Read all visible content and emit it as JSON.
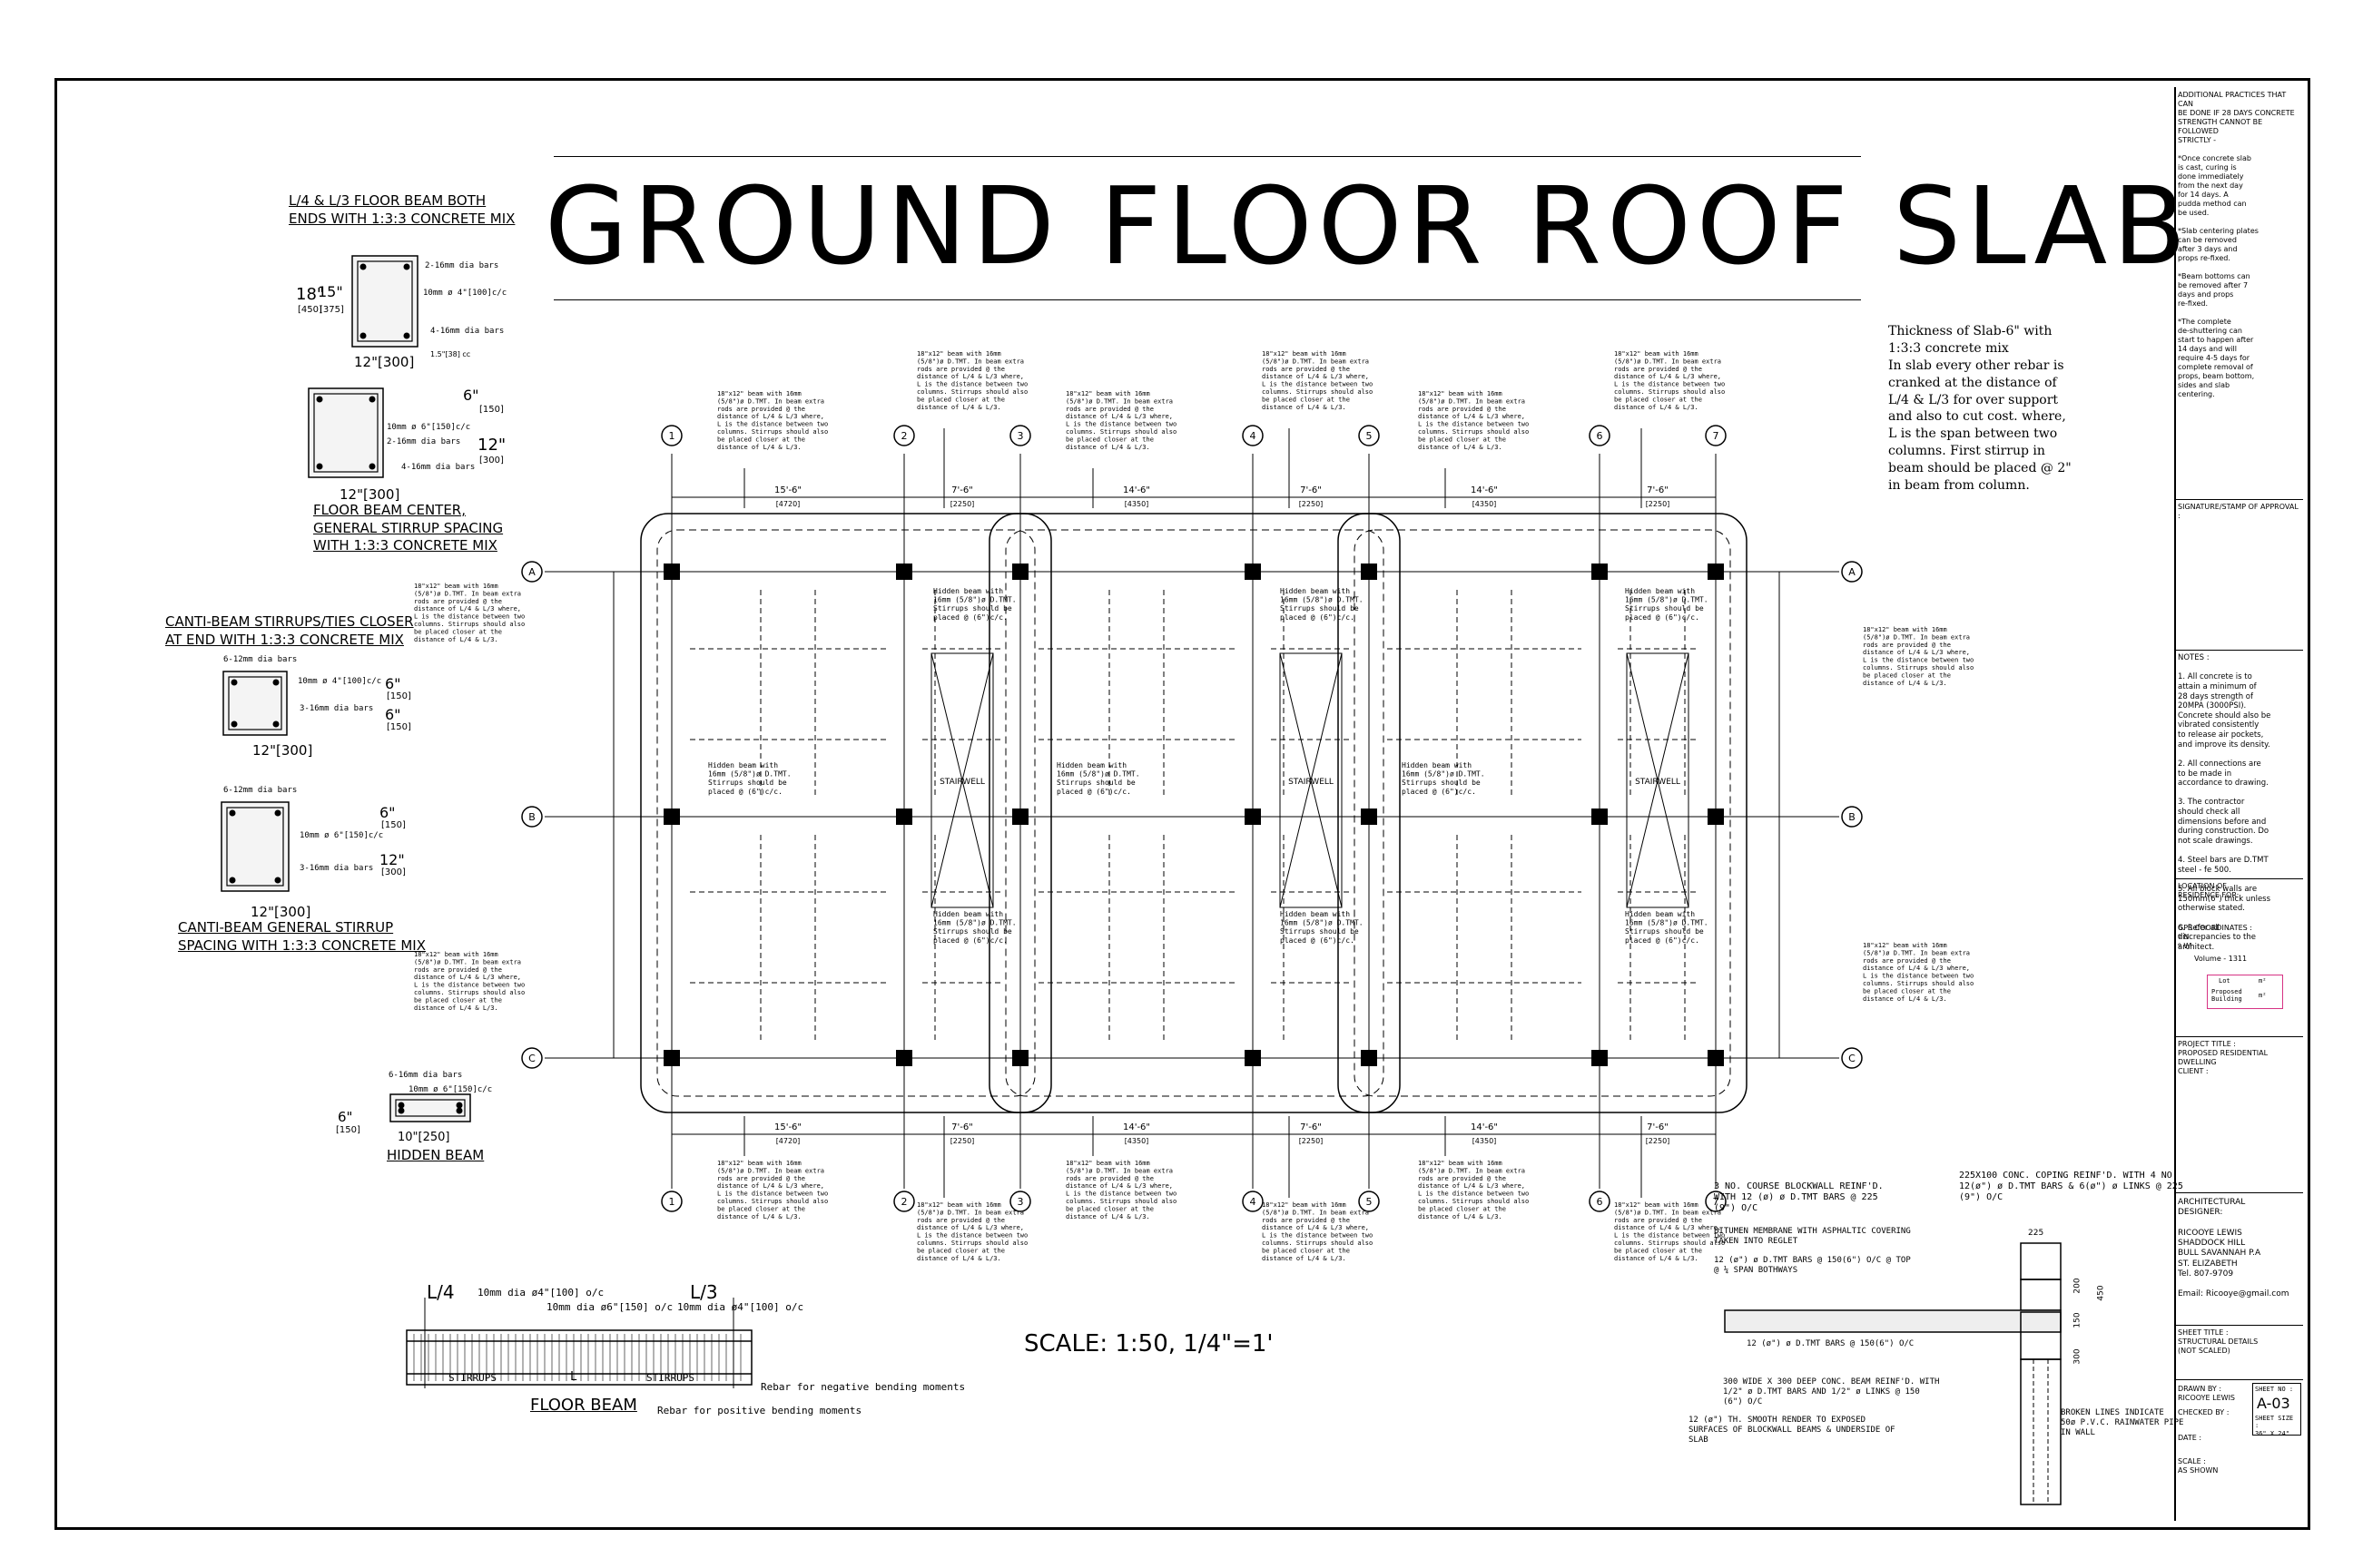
{
  "title": "GROUND FLOOR ROOF SLAB",
  "scale": "SCALE: 1:50, 1/4\"=1'",
  "thickness_note": "Thickness of Slab-6\" with\n1:3:3 concrete mix\nIn slab every other rebar is\ncranked at the distance of\nL/4 & L/3 for over support\nand also to cut cost. where,\nL is the span between two\ncolumns. First stirrup in\nbeam should be placed @ 2\"\nin beam from column.",
  "grid": {
    "columns": [
      "1",
      "2",
      "3",
      "4",
      "5",
      "6",
      "7"
    ],
    "rows": [
      "A",
      "B",
      "C"
    ],
    "top_dims": [
      "15'-6\"",
      "7'-6\"",
      "14'-6\"",
      "7'-6\"",
      "14'-6\"",
      "7'-6\""
    ],
    "top_dims_mm": [
      "[4720]",
      "[2250]",
      "[4350]",
      "[2250]",
      "[4350]",
      "[2250]"
    ]
  },
  "beam_note": "18\"x12\" beam with 16mm\n(5/8\")ø D.TMT. In beam extra\nrods are provided @ the\ndistance of L/4 & L/3 where,\nL is the distance between two\ncolumns. Stirrups should also\nbe placed closer at the\ndistance of L/4 & L/3.",
  "hidden_beam_note": "Hidden beam with\n16mm (5/8\")ø D.TMT.\nStirrups should be\nplaced @ (6\")c/c.",
  "staircase_label": "STAIRWELL",
  "details": {
    "d1_caption": "L/4 & L/3 FLOOR BEAM BOTH\nENDS WITH 1:3:3 CONCRETE MIX",
    "d1_dims": [
      "18\"",
      "15\"",
      "[450]",
      "[375]",
      "12\"[300]",
      "1.5\"[38] cc"
    ],
    "d1_labels": [
      "2-16mm dia bars",
      "10mm ø 4\"[100]c/c",
      "4-16mm dia bars"
    ],
    "d2_caption": "FLOOR BEAM CENTER,\nGENERAL STIRRUP SPACING\nWITH 1:3:3 CONCRETE MIX",
    "d2_dims": [
      "6\"",
      "[150]",
      "12\"",
      "[300]",
      "12\"[300]"
    ],
    "d2_labels": [
      "10mm ø 6\"[150]c/c",
      "2-16mm dia bars",
      "4-16mm dia bars"
    ],
    "d3_caption": "CANTI-BEAM STIRRUPS/TIES CLOSER\nAT END WITH 1:3:3 CONCRETE MIX",
    "d3_labels": [
      "6-12mm dia bars",
      "10mm ø 4\"[100]c/c",
      "3-16mm dia bars"
    ],
    "d3_dims": [
      "6\"",
      "[150]",
      "6\"",
      "[150]",
      "12\"[300]"
    ],
    "d4_caption": "CANTI-BEAM GENERAL STIRRUP\nSPACING WITH 1:3:3 CONCRETE MIX",
    "d4_labels": [
      "6-12mm dia bars",
      "10mm ø 6\"[150]c/c",
      "3-16mm dia bars"
    ],
    "d4_dims": [
      "6\"",
      "[150]",
      "12\"",
      "[300]",
      "12\"[300]"
    ],
    "d5_caption": "HIDDEN BEAM",
    "d5_labels": [
      "6-16mm dia bars",
      "10mm ø 6\"[150]c/c"
    ],
    "d5_dims": [
      "6\"",
      "[150]",
      "10\"[250]"
    ],
    "floor_beam_caption": "FLOOR BEAM",
    "floor_beam_labels": [
      "L/4",
      "L/3",
      "10mm dia ø4\"[100] o/c",
      "10mm dia ø6\"[150] o/c",
      "10mm dia ø4\"[100] o/c",
      "STIRRUPS",
      "L",
      "STIRRUPS",
      "Rebar for negative bending moments",
      "Rebar for positive bending moments"
    ]
  },
  "parapet": {
    "labels": [
      "3 NO. COURSE BLOCKWALL REINF'D.\nWITH 12 (ø) ø D.TMT BARS @ 225\n(9\") O/C",
      "225X100 CONC. COPING REINF'D. WITH 4 NO.\n12(ø\") ø D.TMT BARS & 6(ø\") ø LINKS @ 225\n(9\") O/C",
      "BITUMEN MEMBRANE WITH ASPHALTIC COVERING\nTAKEN INTO REGLET",
      "12 (ø\") ø D.TMT BARS @ 150(6\") O/C @ TOP\n@ ¼ SPAN BOTHWAYS",
      "12 (ø\") ø D.TMT BARS @ 150(6\") O/C",
      "300 WIDE X 300 DEEP CONC. BEAM REINF'D. WITH\n1/2\" ø D.TMT BARS AND 1/2\" ø LINKS @ 150\n(6\") O/C",
      "12 (ø\") TH. SMOOTH RENDER TO EXPOSED\nSURFACES OF BLOCKWALL BEAMS & UNDERSIDE OF\nSLAB",
      "BROKEN LINES INDICATE\n50ø P.V.C. RAINWATER PIPE\nIN WALL"
    ],
    "dims": [
      "225",
      "200",
      "450",
      "150",
      "300"
    ]
  },
  "titleblock": {
    "practices": "ADDITIONAL PRACTICES THAT CAN\nBE DONE IF 28 DAYS CONCRETE\nSTRENGTH CANNOT BE FOLLOWED\nSTRICTLY -\n\n*Once concrete slab\nis cast, curing is\ndone immediately\nfrom the next day\nfor 14 days. A\npudda method can\nbe used.\n\n*Slab centering plates\ncan be removed\nafter 3 days and\nprops re-fixed.\n\n*Beam bottoms can\nbe removed after 7\ndays and props\nre-fixed.\n\n*The complete\nde-shuttering can\nstart to happen after\n14 days and will\nrequire 4-5 days for\ncomplete removal of\nprops, beam bottom,\nsides and slab\ncentering.",
    "signature": "SIGNATURE/STAMP OF APPROVAL :",
    "notes": "NOTES :\n\n1. All concrete is to\nattain a minimum of\n28 days strength of\n20MPA (3000PSI).\nConcrete should also be\nvibrated consistently\nto release air pockets,\nand improve its density.\n\n2. All connections are\nto be made in\naccordance to drawing.\n\n3. The contractor\nshould check all\ndimensions before and\nduring construction. Do\nnot scale drawings.\n\n4. Steel bars are D.TMT\nsteel - fe 500.\n\n5. All block walls are\n150mm(6\") thick unless\notherwise stated.\n\n6. Refer all\ndiscrepancies to the\narchitect.",
    "location": "LOCATION OF\nRESIDENCE FOR:",
    "gps": "GPS COORDINATES :\nº N\nº W",
    "volume": "Volume - 1311",
    "lot": "Lot",
    "lot_unit": "m²",
    "proposed": "Proposed\nBuilding",
    "proposed_unit": "m²",
    "project": "PROJECT TITLE :\nPROPOSED RESIDENTIAL DWELLING",
    "client": "CLIENT :",
    "designer": "ARCHITECTURAL\nDESIGNER:\n\nRICOOYE LEWIS\nSHADDOCK HILL\nBULL SAVANNAH P.A\nST. ELIZABETH\nTel. 807-9709\n\nEmail: Ricooye@gmail.com",
    "sheet_title": "SHEET TITLE :\nSTRUCTURAL DETAILS\n(NOT SCALED)",
    "drawn_by": "DRAWN BY :\nRICOOYE LEWIS",
    "checked_by": "CHECKED BY :",
    "date": "DATE :",
    "scale_label": "SCALE :\nAS SHOWN",
    "sheet_no_label": "SHEET NO :",
    "sheet_no": "A-03",
    "sheet_size": "SHEET SIZE :\n36\" X 24\""
  },
  "colors": {
    "ink": "#000000",
    "paper": "#ffffff",
    "highlight": "#d63384"
  }
}
